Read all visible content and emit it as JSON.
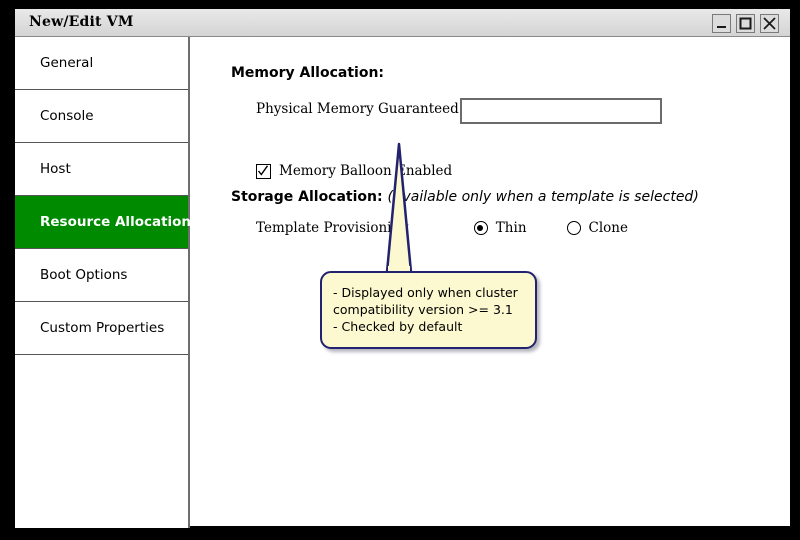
{
  "window": {
    "title": "New/Edit VM",
    "controls": [
      {
        "name": "minimize-button",
        "glyph": "minimize-icon"
      },
      {
        "name": "maximize-button",
        "glyph": "maximize-icon"
      },
      {
        "name": "close-button",
        "glyph": "close-icon"
      }
    ]
  },
  "sidebar": {
    "items": [
      {
        "label": "General",
        "selected": false
      },
      {
        "label": "Console",
        "selected": false
      },
      {
        "label": "Host",
        "selected": false
      },
      {
        "label": "Resource Allocation",
        "selected": true
      },
      {
        "label": "Boot Options",
        "selected": false
      },
      {
        "label": "Custom Properties",
        "selected": false
      }
    ],
    "selected_color": "#008a00"
  },
  "main": {
    "memory_section": {
      "heading": "Memory Allocation:",
      "physical_memory_label": "Physical Memory Guaranteed",
      "physical_memory_value": "",
      "physical_memory_placeholder": "",
      "balloon_label": "Memory Balloon Enabled",
      "balloon_checked": true
    },
    "storage_section": {
      "heading": "Storage Allocation:",
      "heading_note": "(Available only when a template is selected)",
      "provisioning_label": "Template Provisioning",
      "options": [
        {
          "label": "Thin",
          "selected": true
        },
        {
          "label": "Clone",
          "selected": false
        }
      ]
    }
  },
  "callout": {
    "text": "- Displayed only when cluster\ncompatibility version >= 3.1\n- Checked by default",
    "fill_color": "#fcf8cf",
    "border_color": "#22226e"
  }
}
